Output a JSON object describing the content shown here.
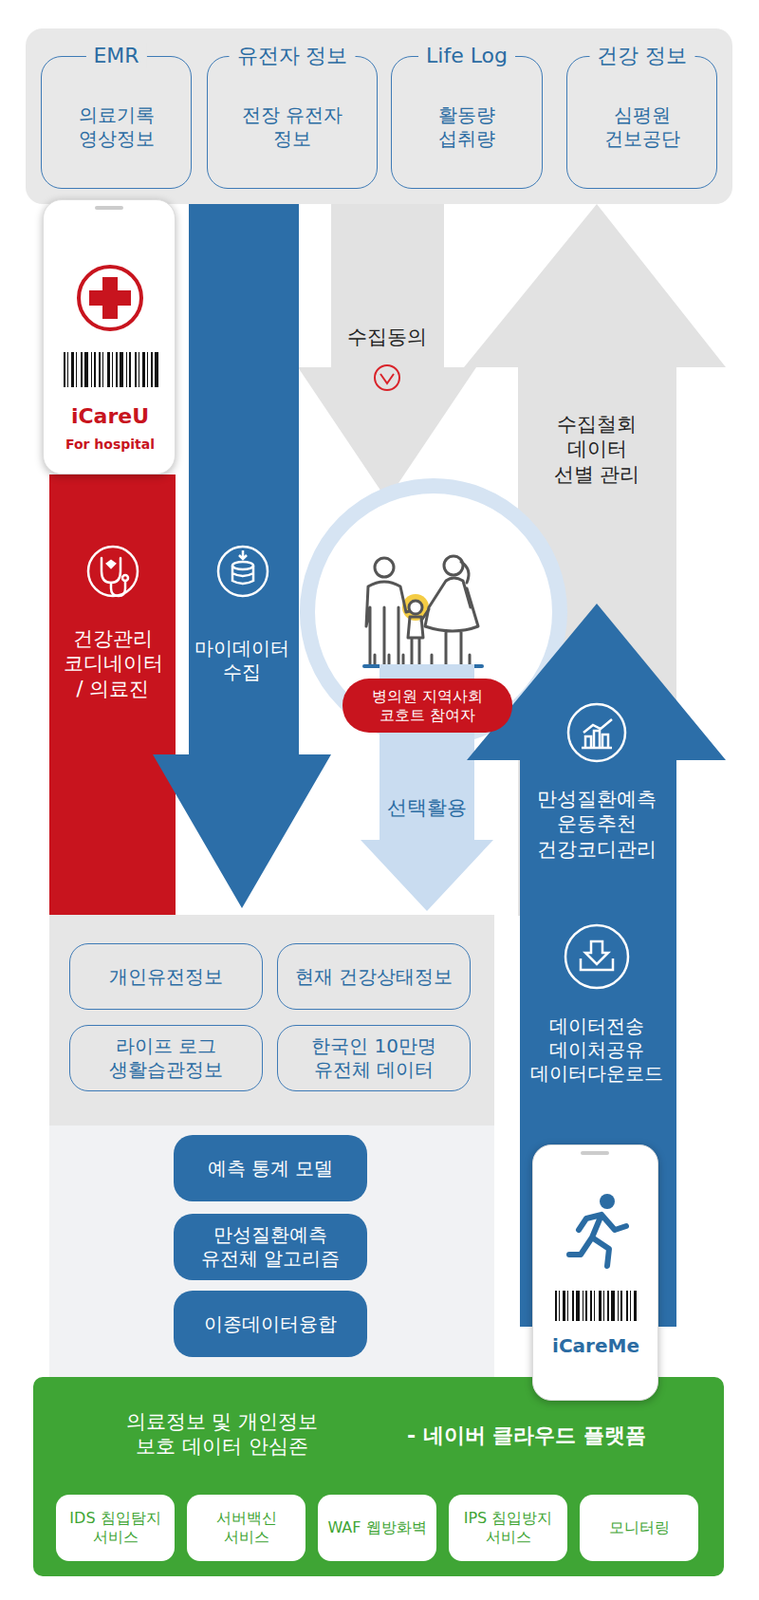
{
  "diagram": {
    "nodes": [
      {
        "text": [
          "EMR",
          "의료기록 영상정보"
        ]
      },
      {
        "text": [
          "유전자 정보",
          "전장 유전자 정보"
        ]
      },
      {
        "text": [
          "Life Log",
          "활동량 섭취량"
        ]
      },
      {
        "text": [
          "건강 정보",
          "심평원 건보공단"
        ]
      },
      {
        "text": [
          "iCareU",
          "For hospital"
        ]
      },
      {
        "text": [
          "건강관리 코디네이터 / 의료진"
        ]
      },
      {
        "text": [
          "마이데이터 수집"
        ]
      },
      {
        "text": [
          "수집동의"
        ]
      },
      {
        "text": [
          "수집철회 데이터 선별 관리"
        ]
      },
      {
        "text": [
          "병의원 지역사회 코호트 참여자"
        ]
      },
      {
        "text": [
          "선택활용"
        ]
      },
      {
        "text": [
          "만성질환예측 운동추천 건강코디관리",
          "데이터전송 데이처공유 데이터다운로드"
        ]
      },
      {
        "text": [
          "개인유전정보"
        ]
      },
      {
        "text": [
          "현재 건강상태정보"
        ]
      },
      {
        "text": [
          "라이프 로그 생활습관정보"
        ]
      },
      {
        "text": [
          "한국인 10만명 유전체 데이터"
        ]
      },
      {
        "text": [
          "예측 통계 모델"
        ]
      },
      {
        "text": [
          "만성질환예측 유전체 알고리즘"
        ]
      },
      {
        "text": [
          "이종데이터융합"
        ]
      },
      {
        "text": [
          "iCareMe"
        ]
      },
      {
        "text": [
          "의료정보 및 개인정보 보호 데이터 안심존",
          "- 네이버 클라우드 플랫폼"
        ]
      },
      {
        "text": [
          "IDS 침입탐지 서비스"
        ],
        "in": 20
      },
      {
        "text": [
          "서버백신 서비스"
        ],
        "in": 20
      },
      {
        "text": [
          "WAF 웹방화벽"
        ],
        "in": 20
      },
      {
        "text": [
          "IPS 침입방지 서비스"
        ],
        "in": 20
      },
      {
        "text": [
          "모니터링"
        ],
        "in": 20
      }
    ]
  }
}
